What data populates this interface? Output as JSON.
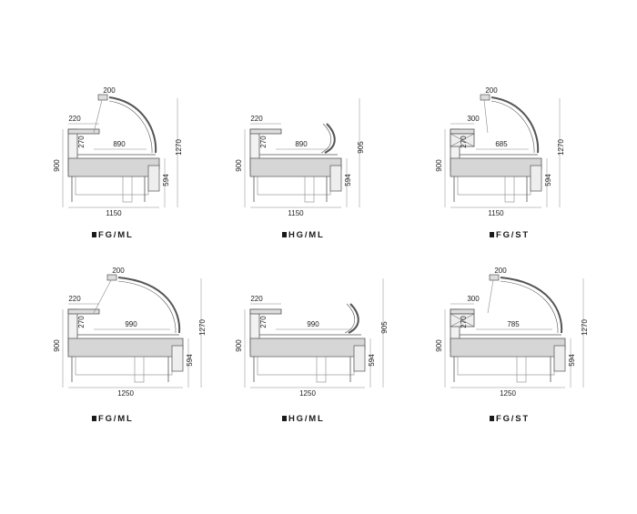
{
  "panels": [
    {
      "id": "p1",
      "caption": "FG/ML",
      "top_width": "200",
      "shelf_width": "220",
      "shelf_height": "270",
      "inner_depth": "890",
      "height": "900",
      "counter_height": "594",
      "total_height": "1270",
      "overall_width": "1150",
      "variant": "FG",
      "width_class": "short"
    },
    {
      "id": "p2",
      "caption": "HG/ML",
      "top_width": "",
      "shelf_width": "220",
      "shelf_height": "270",
      "inner_depth": "890",
      "height": "900",
      "counter_height": "594",
      "total_height": "905",
      "overall_width": "1150",
      "variant": "HG",
      "width_class": "short"
    },
    {
      "id": "p3",
      "caption": "FG/ST",
      "top_width": "200",
      "shelf_width": "300",
      "shelf_height": "270",
      "inner_depth": "685",
      "height": "900",
      "counter_height": "594",
      "total_height": "1270",
      "overall_width": "1150",
      "variant": "ST",
      "width_class": "short"
    },
    {
      "id": "p4",
      "caption": "FG/ML",
      "top_width": "200",
      "shelf_width": "220",
      "shelf_height": "270",
      "inner_depth": "990",
      "height": "900",
      "counter_height": "594",
      "total_height": "1270",
      "overall_width": "1250",
      "variant": "FG",
      "width_class": "long"
    },
    {
      "id": "p5",
      "caption": "HG/ML",
      "top_width": "",
      "shelf_width": "220",
      "shelf_height": "270",
      "inner_depth": "990",
      "height": "900",
      "counter_height": "594",
      "total_height": "905",
      "overall_width": "1250",
      "variant": "HG",
      "width_class": "long"
    },
    {
      "id": "p6",
      "caption": "FG/ST",
      "top_width": "200",
      "shelf_width": "300",
      "shelf_height": "270",
      "inner_depth": "785",
      "height": "900",
      "counter_height": "594",
      "total_height": "1270",
      "overall_width": "1250",
      "variant": "ST",
      "width_class": "long"
    }
  ]
}
